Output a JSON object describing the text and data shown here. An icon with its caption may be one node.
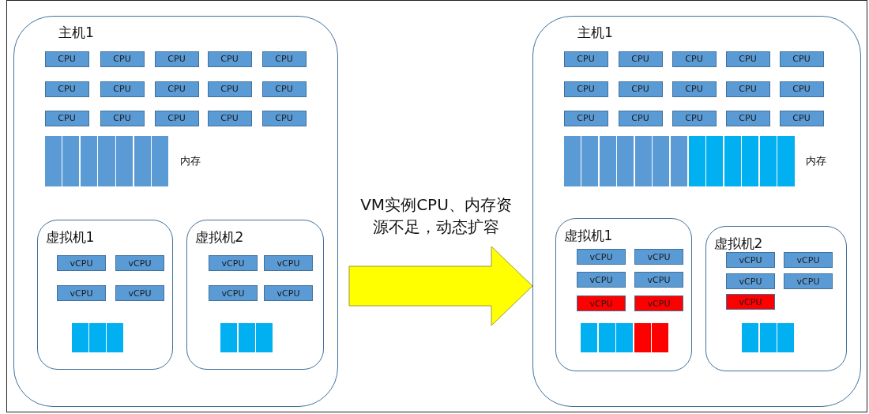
{
  "diagram": {
    "nodes": [
      {
        "text": [
          "主机1"
        ]
      },
      {
        "text": [
          "CPU"
        ],
        "in": 0
      },
      {
        "text": [
          "CPU"
        ],
        "in": 0
      },
      {
        "text": [
          "CPU"
        ],
        "in": 0
      },
      {
        "text": [
          "CPU"
        ],
        "in": 0
      },
      {
        "text": [
          "CPU"
        ],
        "in": 0
      },
      {
        "text": [
          "CPU"
        ],
        "in": 0
      },
      {
        "text": [
          "CPU"
        ],
        "in": 0
      },
      {
        "text": [
          "CPU"
        ],
        "in": 0
      },
      {
        "text": [
          "CPU"
        ],
        "in": 0
      },
      {
        "text": [
          "CPU"
        ],
        "in": 0
      },
      {
        "text": [
          "CPU"
        ],
        "in": 0
      },
      {
        "text": [
          "CPU"
        ],
        "in": 0
      },
      {
        "text": [
          "CPU"
        ],
        "in": 0
      },
      {
        "text": [
          "CPU"
        ],
        "in": 0
      },
      {
        "text": [
          "CPU"
        ],
        "in": 0
      },
      {
        "text": [],
        "shape": "bar",
        "beside": [
          "内存"
        ],
        "in": 0
      },
      {
        "text": [
          "虚拟机1"
        ],
        "in": 0
      },
      {
        "text": [
          "vCPU"
        ],
        "in": 17
      },
      {
        "text": [
          "vCPU"
        ],
        "in": 17
      },
      {
        "text": [
          "vCPU"
        ],
        "in": 17
      },
      {
        "text": [
          "vCPU"
        ],
        "in": 17
      },
      {
        "text": [],
        "shape": "bar",
        "in": 17
      },
      {
        "text": [
          "虚拟机2"
        ],
        "in": 0
      },
      {
        "text": [
          "vCPU"
        ],
        "in": 23
      },
      {
        "text": [
          "vCPU"
        ],
        "in": 23
      },
      {
        "text": [
          "vCPU"
        ],
        "in": 23
      },
      {
        "text": [
          "vCPU"
        ],
        "in": 23
      },
      {
        "text": [],
        "shape": "bar",
        "in": 23
      },
      {
        "text": [
          "主机1"
        ]
      },
      {
        "text": [
          "CPU"
        ],
        "in": 29
      },
      {
        "text": [
          "CPU"
        ],
        "in": 29
      },
      {
        "text": [
          "CPU"
        ],
        "in": 29
      },
      {
        "text": [
          "CPU"
        ],
        "in": 29
      },
      {
        "text": [
          "CPU"
        ],
        "in": 29
      },
      {
        "text": [
          "CPU"
        ],
        "in": 29
      },
      {
        "text": [
          "CPU"
        ],
        "in": 29
      },
      {
        "text": [
          "CPU"
        ],
        "in": 29
      },
      {
        "text": [
          "CPU"
        ],
        "in": 29
      },
      {
        "text": [
          "CPU"
        ],
        "in": 29
      },
      {
        "text": [
          "CPU"
        ],
        "in": 29
      },
      {
        "text": [
          "CPU"
        ],
        "in": 29
      },
      {
        "text": [
          "CPU"
        ],
        "in": 29
      },
      {
        "text": [
          "CPU"
        ],
        "in": 29
      },
      {
        "text": [
          "CPU"
        ],
        "in": 29
      },
      {
        "text": [],
        "shape": "bar",
        "beside": [
          "内存"
        ],
        "in": 29
      },
      {
        "text": [
          "虚拟机1"
        ],
        "in": 29
      },
      {
        "text": [
          "vCPU"
        ],
        "in": 46
      },
      {
        "text": [
          "vCPU"
        ],
        "in": 46
      },
      {
        "text": [
          "vCPU"
        ],
        "in": 46
      },
      {
        "text": [
          "vCPU"
        ],
        "in": 46
      },
      {
        "text": [
          "vCPU"
        ],
        "in": 46
      },
      {
        "text": [
          "vCPU"
        ],
        "in": 46
      },
      {
        "text": [],
        "shape": "bar",
        "in": 46
      },
      {
        "text": [
          "虚拟机2"
        ],
        "in": 29
      },
      {
        "text": [
          "vCPU"
        ],
        "in": 54
      },
      {
        "text": [
          "vCPU"
        ],
        "in": 54
      },
      {
        "text": [
          "vCPU"
        ],
        "in": 54
      },
      {
        "text": [
          "vCPU"
        ],
        "in": 54
      },
      {
        "text": [
          "vCPU"
        ],
        "in": 54
      },
      {
        "text": [],
        "shape": "bar",
        "in": 54
      }
    ],
    "edges": [
      {
        "from": 0,
        "to": 29,
        "arrow": "to",
        "label": "VM实例CPU、内存资源不足，动态扩容",
        "style": "thick",
        "color": "#ffff00"
      }
    ]
  }
}
